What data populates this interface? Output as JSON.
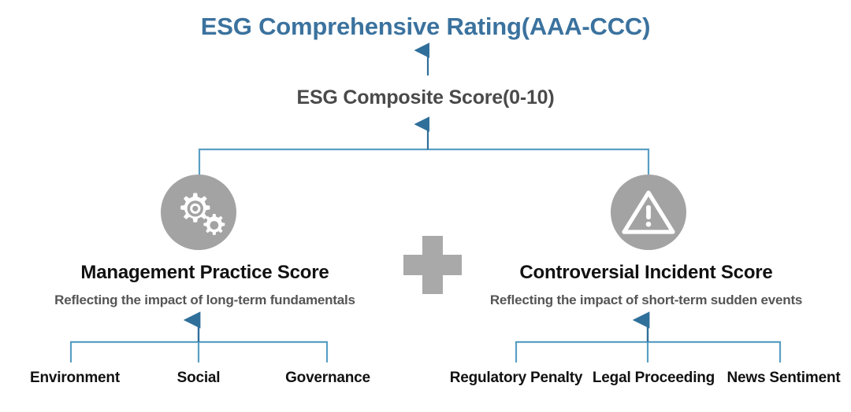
{
  "diagram": {
    "title": "ESG Comprehensive Rating(AAA-CCC)",
    "composite_score": "ESG Composite Score(0-10)",
    "plus_symbol": "plus-sign",
    "colors": {
      "title_blue": "#3b729e",
      "connector_blue": "#5a9fc4",
      "arrow_blue": "#2f6f9a",
      "icon_circle_gray": "#a3a3a3",
      "plus_gray": "#a9a9a9",
      "heading_dark": "#111111",
      "subtext_gray": "#555555"
    },
    "branches": [
      {
        "id": "management-practice",
        "title": "Management Practice Score",
        "subtitle": "Reflecting the impact of long-term fundamentals",
        "icon": "gears-icon",
        "leaves": [
          "Environment",
          "Social",
          "Governance"
        ]
      },
      {
        "id": "controversial-incident",
        "title": "Controversial Incident Score",
        "subtitle": "Reflecting the impact of short-term sudden events",
        "icon": "warning-triangle-icon",
        "leaves": [
          "Regulatory Penalty",
          "Legal Proceeding",
          "News Sentiment"
        ]
      }
    ]
  }
}
